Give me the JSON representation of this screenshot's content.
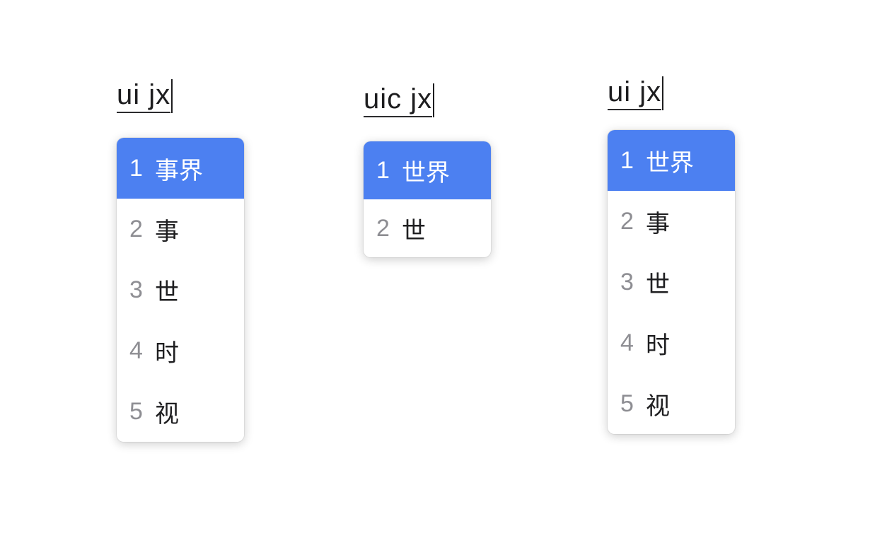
{
  "colors": {
    "highlight_blue": "#4C80F1",
    "index_gray": "#8E8E93",
    "text_black": "#1F1F21",
    "background": "#FFFFFF"
  },
  "panels": [
    {
      "composition": "ui jx",
      "candidates": [
        {
          "index": "1",
          "text": "事界",
          "selected": true
        },
        {
          "index": "2",
          "text": "事",
          "selected": false
        },
        {
          "index": "3",
          "text": "世",
          "selected": false
        },
        {
          "index": "4",
          "text": "时",
          "selected": false
        },
        {
          "index": "5",
          "text": "视",
          "selected": false
        }
      ]
    },
    {
      "composition": "uic jx",
      "candidates": [
        {
          "index": "1",
          "text": "世界",
          "selected": true
        },
        {
          "index": "2",
          "text": "世",
          "selected": false
        }
      ]
    },
    {
      "composition": "ui jx",
      "candidates": [
        {
          "index": "1",
          "text": "世界",
          "selected": true
        },
        {
          "index": "2",
          "text": "事",
          "selected": false
        },
        {
          "index": "3",
          "text": "世",
          "selected": false
        },
        {
          "index": "4",
          "text": "时",
          "selected": false
        },
        {
          "index": "5",
          "text": "视",
          "selected": false
        }
      ]
    }
  ]
}
